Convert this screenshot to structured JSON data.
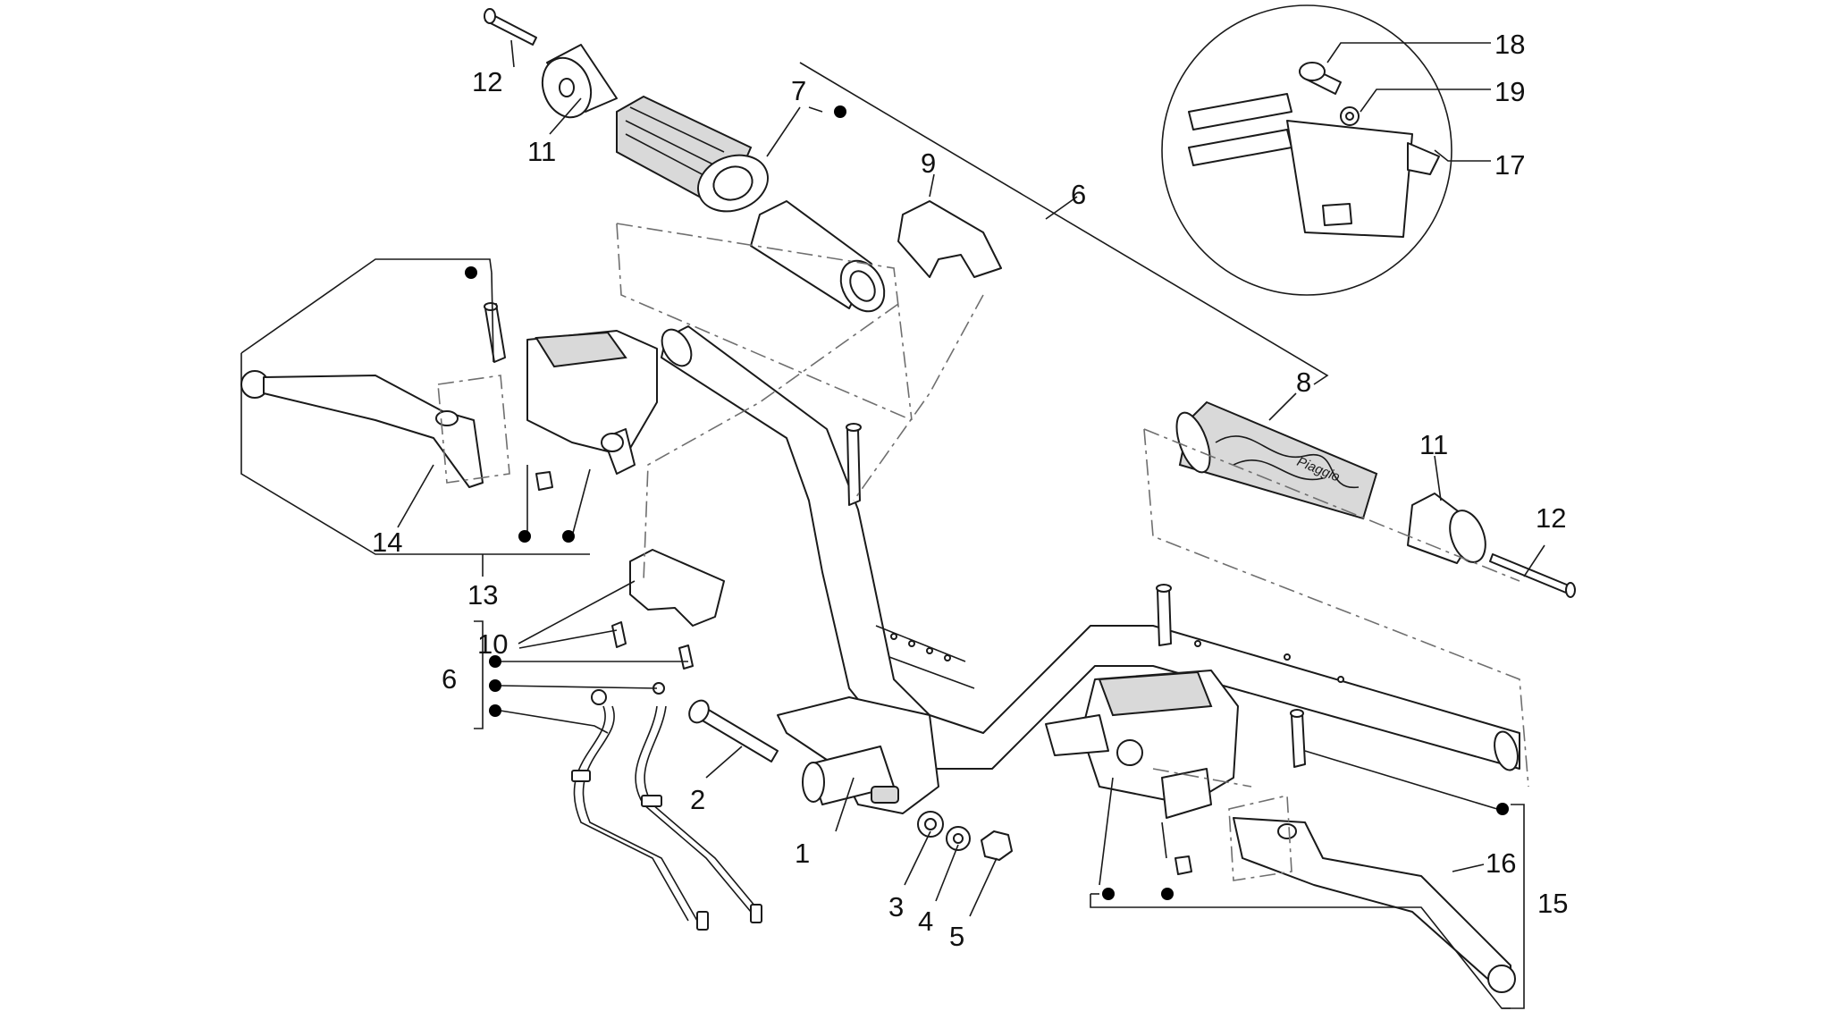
{
  "diagram": {
    "brand_text": "Piaggio",
    "colors": {
      "line": "#1a1a1a",
      "background": "#ffffff",
      "dash": "#6f6f6f"
    },
    "callouts": [
      {
        "id": "c1",
        "label": "1"
      },
      {
        "id": "c2",
        "label": "2"
      },
      {
        "id": "c3",
        "label": "3"
      },
      {
        "id": "c4",
        "label": "4"
      },
      {
        "id": "c5",
        "label": "5"
      },
      {
        "id": "c6a",
        "label": "6"
      },
      {
        "id": "c6b",
        "label": "6"
      },
      {
        "id": "c7",
        "label": "7"
      },
      {
        "id": "c8",
        "label": "8"
      },
      {
        "id": "c9",
        "label": "9"
      },
      {
        "id": "c10",
        "label": "10"
      },
      {
        "id": "c11a",
        "label": "11"
      },
      {
        "id": "c11b",
        "label": "11"
      },
      {
        "id": "c12a",
        "label": "12"
      },
      {
        "id": "c12b",
        "label": "12"
      },
      {
        "id": "c13",
        "label": "13"
      },
      {
        "id": "c14",
        "label": "14"
      },
      {
        "id": "c15",
        "label": "15"
      },
      {
        "id": "c16",
        "label": "16"
      },
      {
        "id": "c17",
        "label": "17"
      },
      {
        "id": "c18",
        "label": "18"
      },
      {
        "id": "c19",
        "label": "19"
      }
    ]
  }
}
